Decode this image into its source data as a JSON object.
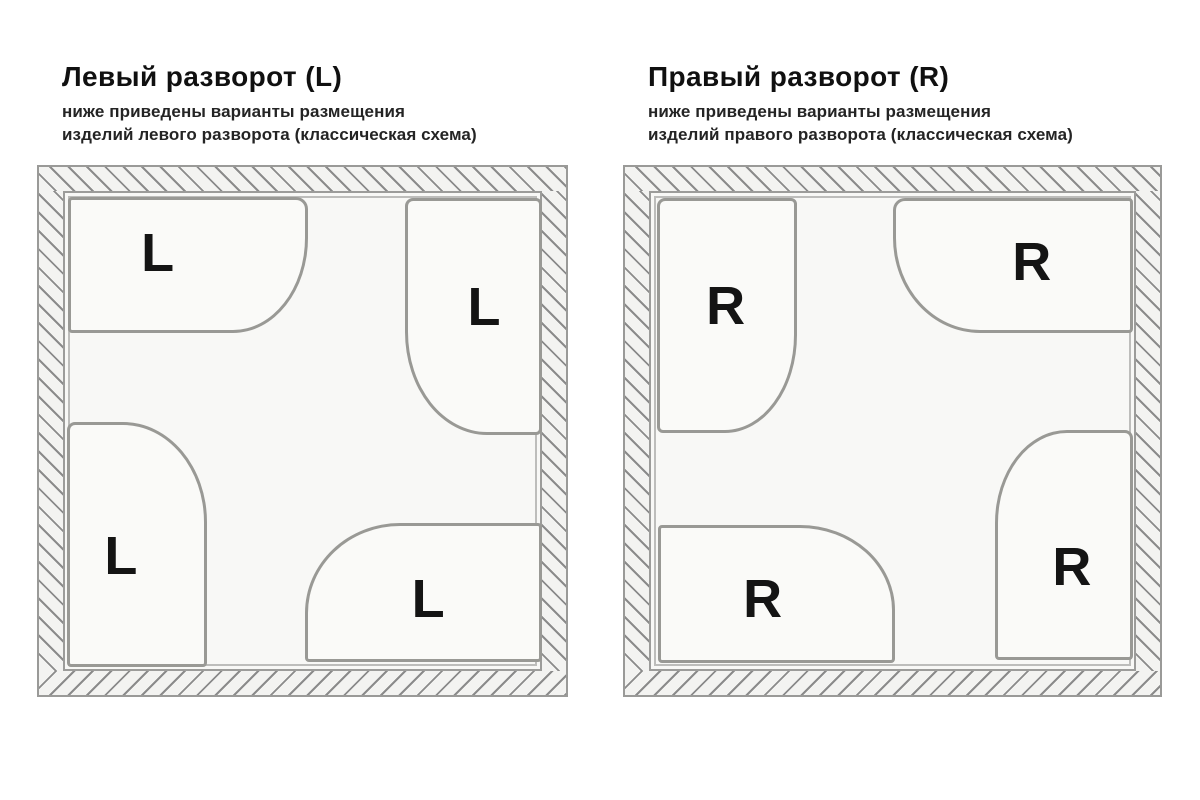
{
  "diagram": {
    "type": "bathroom-corner-product-placement-scheme",
    "colors": {
      "wall_line": "#9a9a98",
      "hatch_line": "#8b8b8b",
      "floor_fill": "#f8f8f6",
      "shape_fill": "#fafaf8",
      "shape_border": "#999995",
      "text": "#141414"
    }
  },
  "panels": [
    {
      "title": "Левый разворот (L)",
      "subtitle_lines": [
        "ниже приведены варианты размещения",
        "изделий левого разворота (классическая схема)"
      ],
      "placements": [
        {
          "position": "top-left",
          "label": "L",
          "shape": "wide",
          "rounded_corner": "bottom-right"
        },
        {
          "position": "top-right",
          "label": "L",
          "shape": "tall",
          "rounded_corner": "bottom-left"
        },
        {
          "position": "bottom-left",
          "label": "L",
          "shape": "tall",
          "rounded_corner": "top-right"
        },
        {
          "position": "bottom-right",
          "label": "L",
          "shape": "wide",
          "rounded_corner": "top-left"
        }
      ]
    },
    {
      "title": "Правый разворот (R)",
      "subtitle_lines": [
        "ниже приведены варианты размещения",
        "изделий правого разворота (классическая схема)"
      ],
      "placements": [
        {
          "position": "top-left",
          "label": "R",
          "shape": "tall",
          "rounded_corner": "bottom-right"
        },
        {
          "position": "top-right",
          "label": "R",
          "shape": "wide",
          "rounded_corner": "bottom-left"
        },
        {
          "position": "bottom-left",
          "label": "R",
          "shape": "wide",
          "rounded_corner": "top-right"
        },
        {
          "position": "bottom-right",
          "label": "R",
          "shape": "tall",
          "rounded_corner": "top-left"
        }
      ]
    }
  ]
}
